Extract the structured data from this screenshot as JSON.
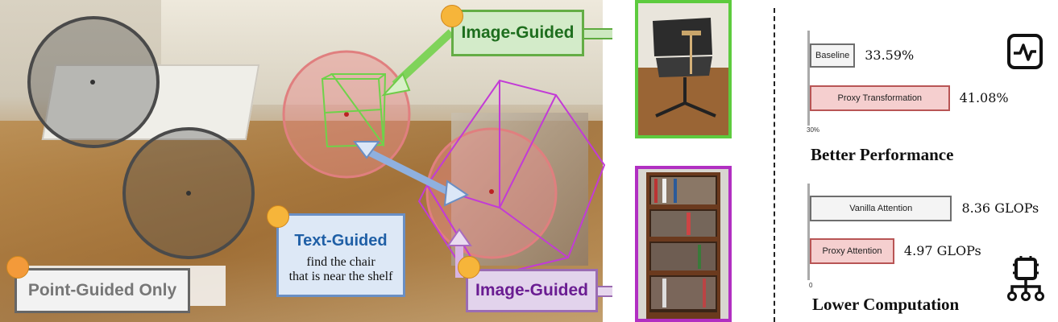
{
  "labels": {
    "image_guided_top": "Image-Guided",
    "image_guided_bottom": "Image-Guided",
    "text_guided_title": "Text-Guided",
    "text_guided_line1": "find the chair",
    "text_guided_line2": "that is near the shelf",
    "point_guided": "Point-Guided Only"
  },
  "colors": {
    "green": "#5dcb3e",
    "purple": "#b12fc2",
    "blue": "#6a8fc4",
    "red_circle": "#e48a8a",
    "gray_circle": "#555555"
  },
  "performance": {
    "title": "Better Performance",
    "axis_label": "30%",
    "bars": [
      {
        "label": "Baseline",
        "value_text": "33.59%"
      },
      {
        "label": "Proxy Transformation",
        "value_text": "41.08%"
      }
    ]
  },
  "computation": {
    "title": "Lower Computation",
    "axis_label": "0",
    "bars": [
      {
        "label": "Vanilla Attention",
        "value_text": "8.36 GLOPs"
      },
      {
        "label": "Proxy Attention",
        "value_text": "4.97 GLOPs"
      }
    ]
  },
  "chart_data": [
    {
      "type": "bar",
      "title": "Better Performance",
      "categories": [
        "Baseline",
        "Proxy Transformation"
      ],
      "values": [
        33.59,
        41.08
      ],
      "xlim": [
        30,
        42
      ]
    },
    {
      "type": "bar",
      "title": "Lower Computation",
      "categories": [
        "Vanilla Attention",
        "Proxy Attention"
      ],
      "values": [
        8.36,
        4.97
      ],
      "xlim": [
        0,
        9
      ]
    }
  ]
}
